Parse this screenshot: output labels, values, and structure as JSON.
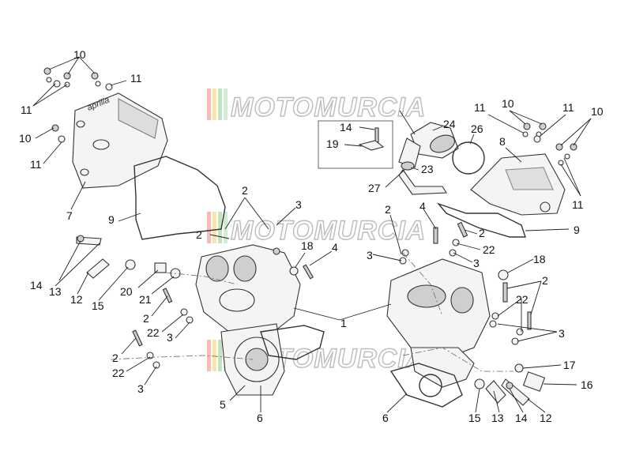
{
  "watermark": {
    "brand": "MOTOMURCIA",
    "bar_colors": [
      "#e63b2e",
      "#f2c53d",
      "#4caf50"
    ]
  },
  "labels": [
    {
      "id": "l10a",
      "text": "10"
    },
    {
      "id": "l11a",
      "text": "11"
    },
    {
      "id": "l11b",
      "text": "11"
    },
    {
      "id": "l10b",
      "text": "10"
    },
    {
      "id": "l11c",
      "text": "11"
    },
    {
      "id": "l7",
      "text": "7"
    },
    {
      "id": "l9a",
      "text": "9"
    },
    {
      "id": "l2a",
      "text": "2"
    },
    {
      "id": "l3a",
      "text": "3"
    },
    {
      "id": "l2b",
      "text": "2"
    },
    {
      "id": "l18a",
      "text": "18"
    },
    {
      "id": "l4a",
      "text": "4"
    },
    {
      "id": "l14a",
      "text": "14"
    },
    {
      "id": "l13a",
      "text": "13"
    },
    {
      "id": "l12a",
      "text": "12"
    },
    {
      "id": "l15a",
      "text": "15"
    },
    {
      "id": "l20",
      "text": "20"
    },
    {
      "id": "l21",
      "text": "21"
    },
    {
      "id": "l2c",
      "text": "2"
    },
    {
      "id": "l22a",
      "text": "22"
    },
    {
      "id": "l3b",
      "text": "3"
    },
    {
      "id": "l2d",
      "text": "2"
    },
    {
      "id": "l22b",
      "text": "22"
    },
    {
      "id": "l3c",
      "text": "3"
    },
    {
      "id": "l5",
      "text": "5"
    },
    {
      "id": "l6a",
      "text": "6"
    },
    {
      "id": "l1",
      "text": "1"
    },
    {
      "id": "l14b",
      "text": "14"
    },
    {
      "id": "l19",
      "text": "19"
    },
    {
      "id": "l24",
      "text": "24"
    },
    {
      "id": "l26",
      "text": "26"
    },
    {
      "id": "l23",
      "text": "23"
    },
    {
      "id": "l27",
      "text": "27"
    },
    {
      "id": "l11d",
      "text": "11"
    },
    {
      "id": "l10c",
      "text": "10"
    },
    {
      "id": "l11e",
      "text": "11"
    },
    {
      "id": "l10d",
      "text": "10"
    },
    {
      "id": "l8",
      "text": "8"
    },
    {
      "id": "l11f",
      "text": "11"
    },
    {
      "id": "l9b",
      "text": "9"
    },
    {
      "id": "l2e",
      "text": "2"
    },
    {
      "id": "l4b",
      "text": "4"
    },
    {
      "id": "l2f",
      "text": "2"
    },
    {
      "id": "l3d",
      "text": "3"
    },
    {
      "id": "l22c",
      "text": "22"
    },
    {
      "id": "l3e",
      "text": "3"
    },
    {
      "id": "l18b",
      "text": "18"
    },
    {
      "id": "l2g",
      "text": "2"
    },
    {
      "id": "l22d",
      "text": "22"
    },
    {
      "id": "l3f",
      "text": "3"
    },
    {
      "id": "l17",
      "text": "17"
    },
    {
      "id": "l16",
      "text": "16"
    },
    {
      "id": "l6b",
      "text": "6"
    },
    {
      "id": "l15b",
      "text": "15"
    },
    {
      "id": "l13b",
      "text": "13"
    },
    {
      "id": "l14c",
      "text": "14"
    },
    {
      "id": "l12b",
      "text": "12"
    }
  ],
  "logo_text": "aprilia"
}
